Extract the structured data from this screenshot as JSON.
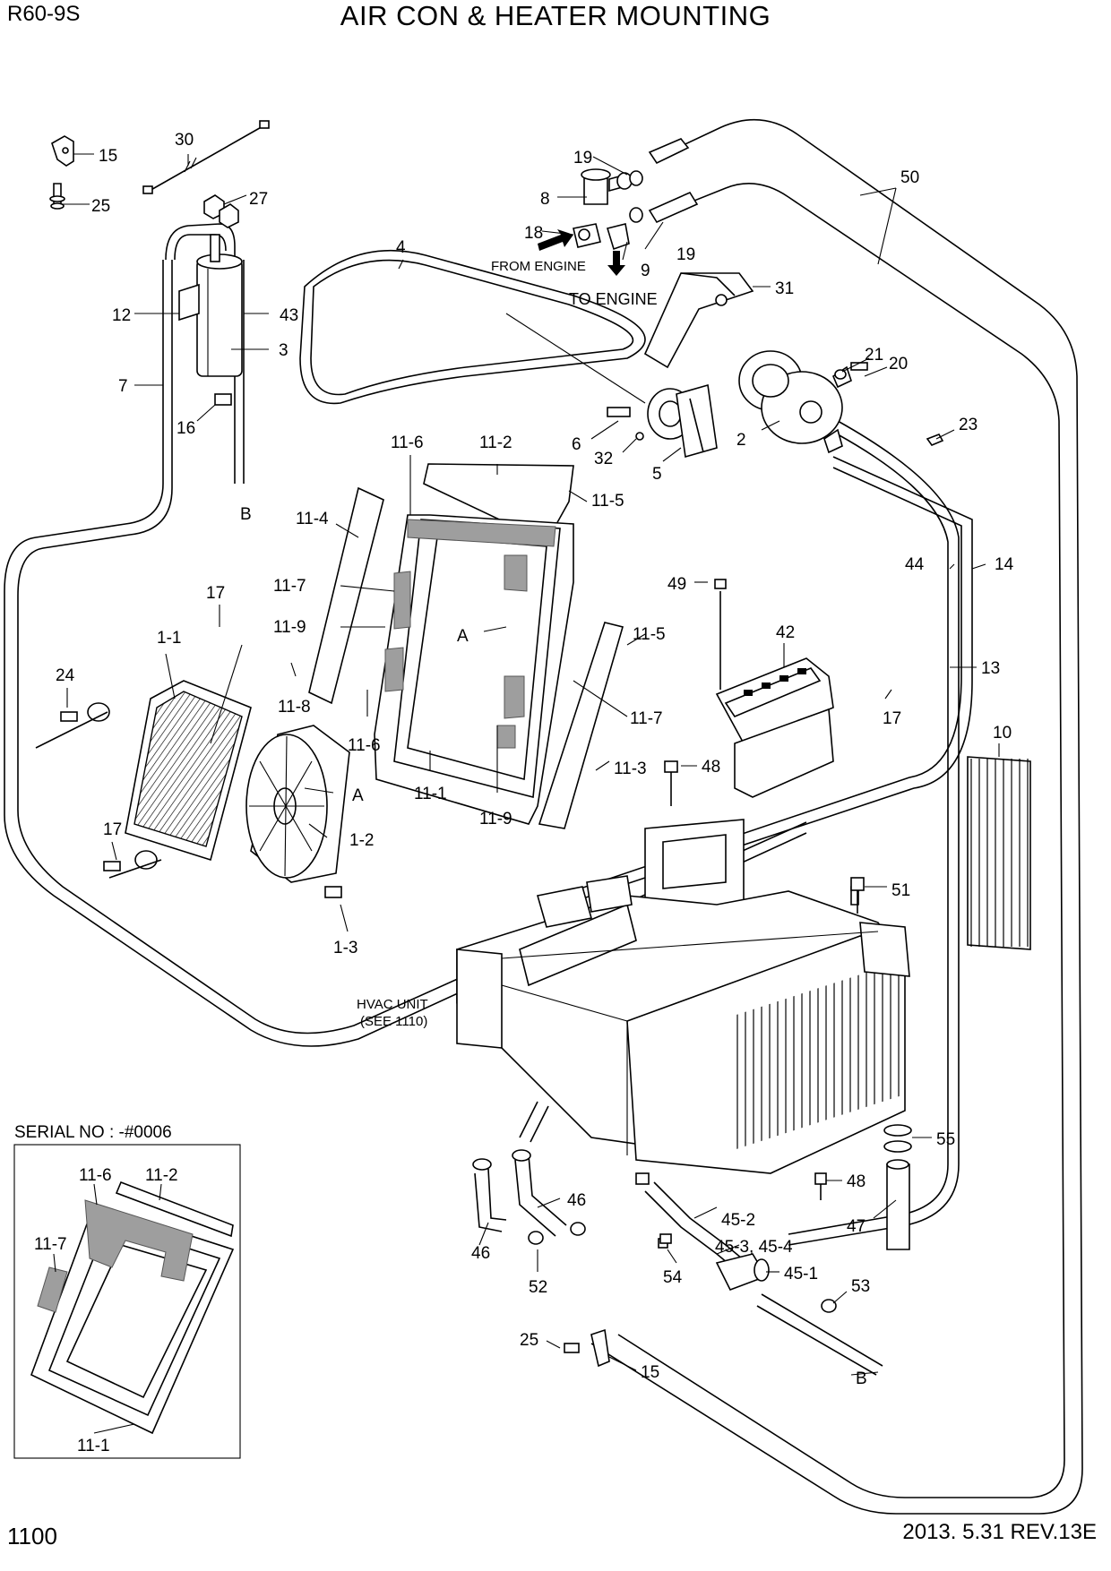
{
  "header": {
    "model": "R60-9S",
    "title": "AIR CON & HEATER MOUNTING"
  },
  "footer": {
    "page_number": "1100",
    "revision": "2013. 5.31  REV.13E"
  },
  "annotations": {
    "from_engine": "FROM ENGINE",
    "to_engine": "TO ENGINE",
    "hvac_unit": "HVAC UNIT",
    "hvac_see": "(SEE 1110)",
    "serial_no": "SERIAL NO : -#0006"
  },
  "callouts": {
    "c15a": "15",
    "c25a": "25",
    "c30": "30",
    "c27": "27",
    "c12": "12",
    "c43": "43",
    "c3": "3",
    "c7": "7",
    "c16": "16",
    "cB1": "B",
    "c4": "4",
    "c19a": "19",
    "c8": "8",
    "c18": "18",
    "c19b": "19",
    "c9": "9",
    "c50": "50",
    "c31": "31",
    "c21": "21",
    "c20": "20",
    "c6": "6",
    "c32": "32",
    "c5": "5",
    "c2": "2",
    "c23": "23",
    "c11_6a": "11-6",
    "c11_2": "11-2",
    "c11_5a": "11-5",
    "c11_4": "11-4",
    "c11_7a": "11-7",
    "c11_9a": "11-9",
    "c11_8": "11-8",
    "cAa": "A",
    "c11_6b": "11-6",
    "c11_1": "11-1",
    "c11_9b": "11-9",
    "c11_5b": "11-5",
    "c11_7b": "11-7",
    "c11_3": "11-3",
    "c17a": "17",
    "c1_1": "1-1",
    "c24": "24",
    "cAb": "A",
    "c1_2": "1-2",
    "c17b": "17",
    "c1_3": "1-3",
    "c49": "49",
    "c42": "42",
    "c44": "44",
    "c14": "14",
    "c13": "13",
    "c17c": "17",
    "c48a": "48",
    "c10": "10",
    "c51": "51",
    "c55": "55",
    "c48b": "48",
    "c47": "47",
    "c46a": "46",
    "c46b": "46",
    "c45_2": "45-2",
    "c45_34": "45-3, 45-4",
    "c45_1": "45-1",
    "c52": "52",
    "c54": "54",
    "c53": "53",
    "c25b": "25",
    "c15b": "15",
    "cB2": "B",
    "i11_6": "11-6",
    "i11_2": "11-2",
    "i11_7": "11-7",
    "i11_1": "11-1"
  }
}
